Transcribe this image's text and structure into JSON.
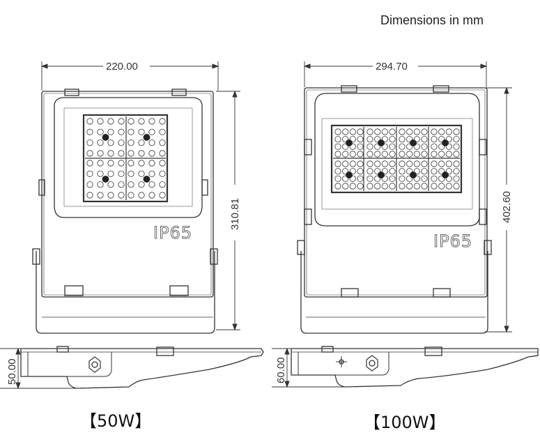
{
  "header": {
    "note": "Dimensions in mm"
  },
  "models": [
    {
      "label": "【50W】",
      "width": "220.00",
      "height": "310.81",
      "depth": "50.00",
      "rating": "IP65"
    },
    {
      "label": "【100W】",
      "width": "294.70",
      "height": "402.60",
      "depth": "60.00",
      "rating": "IP65"
    }
  ],
  "colors": {
    "line": "#333333",
    "background": "#ffffff"
  }
}
